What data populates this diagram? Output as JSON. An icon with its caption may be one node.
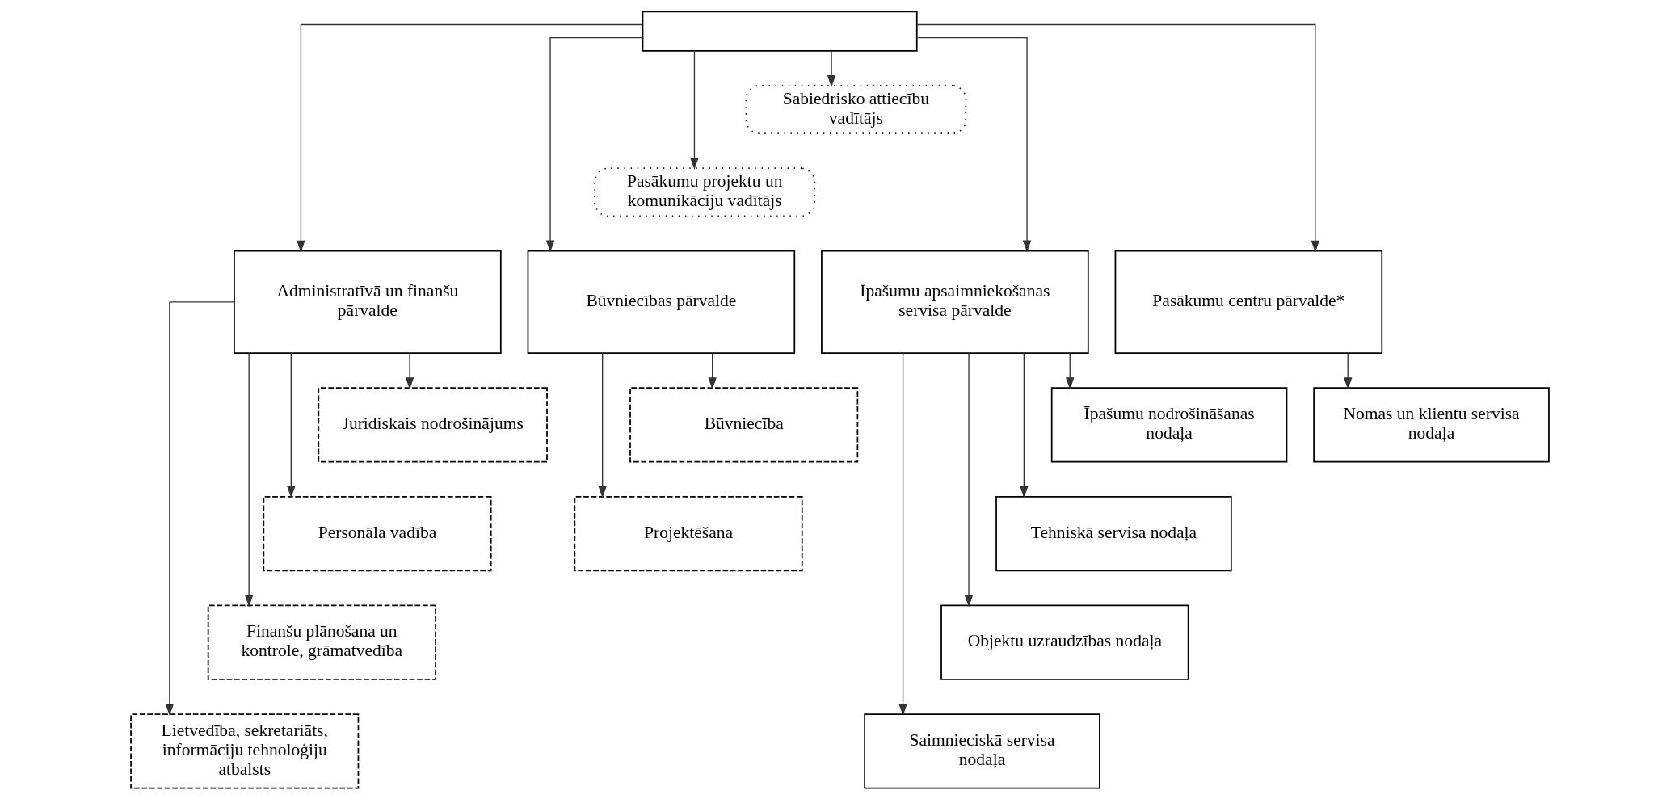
{
  "diagram": {
    "nodes": [
      {
        "text": [],
        "shape": "box"
      },
      {
        "text": [
          "Sabiedrisko attiecību vadītājs"
        ]
      },
      {
        "text": [
          "Pasākumu projektu un komunikāciju vadītājs"
        ]
      },
      {
        "text": [
          "Administratīvā un finanšu pārvalde"
        ]
      },
      {
        "text": [
          "Būvniecības pārvalde"
        ]
      },
      {
        "text": [
          "Īpašumu apsaimniekošanas servisa pārvalde"
        ]
      },
      {
        "text": [
          "Pasākumu centru pārvalde*"
        ]
      },
      {
        "text": [
          "Juridiskais nodrošinājums"
        ]
      },
      {
        "text": [
          "Personāla vadība"
        ]
      },
      {
        "text": [
          "Finanšu plānošana un kontrole, grāmatvedība"
        ]
      },
      {
        "text": [
          "Lietvedība, sekretariāts, informāciju tehnoloģiju atbalsts"
        ]
      },
      {
        "text": [
          "Būvniecība"
        ]
      },
      {
        "text": [
          "Projektēšana"
        ]
      },
      {
        "text": [
          "Īpašumu nodrošināšanas nodaļa"
        ]
      },
      {
        "text": [
          "Tehniskā servisa nodaļa"
        ]
      },
      {
        "text": [
          "Objektu uzraudzības nodaļa"
        ]
      },
      {
        "text": [
          "Saimnieciskā servisa nodaļa"
        ]
      },
      {
        "text": [
          "Nomas un klientu servisa nodaļa"
        ]
      }
    ],
    "edges": [
      {
        "from": 0,
        "to": 1,
        "arrow": "to"
      },
      {
        "from": 0,
        "to": 2,
        "arrow": "to"
      },
      {
        "from": 0,
        "to": 3,
        "arrow": "to"
      },
      {
        "from": 0,
        "to": 4,
        "arrow": "to"
      },
      {
        "from": 0,
        "to": 5,
        "arrow": "to"
      },
      {
        "from": 0,
        "to": 6,
        "arrow": "to"
      },
      {
        "from": 3,
        "to": 7,
        "arrow": "to"
      },
      {
        "from": 3,
        "to": 8,
        "arrow": "to"
      },
      {
        "from": 3,
        "to": 9,
        "arrow": "to"
      },
      {
        "from": 3,
        "to": 10,
        "arrow": "to"
      },
      {
        "from": 4,
        "to": 11,
        "arrow": "to"
      },
      {
        "from": 4,
        "to": 12,
        "arrow": "to"
      },
      {
        "from": 5,
        "to": 13,
        "arrow": "to"
      },
      {
        "from": 5,
        "to": 14,
        "arrow": "to"
      },
      {
        "from": 5,
        "to": 15,
        "arrow": "to"
      },
      {
        "from": 5,
        "to": 16,
        "arrow": "to"
      },
      {
        "from": 6,
        "to": 17,
        "arrow": "to"
      }
    ]
  }
}
